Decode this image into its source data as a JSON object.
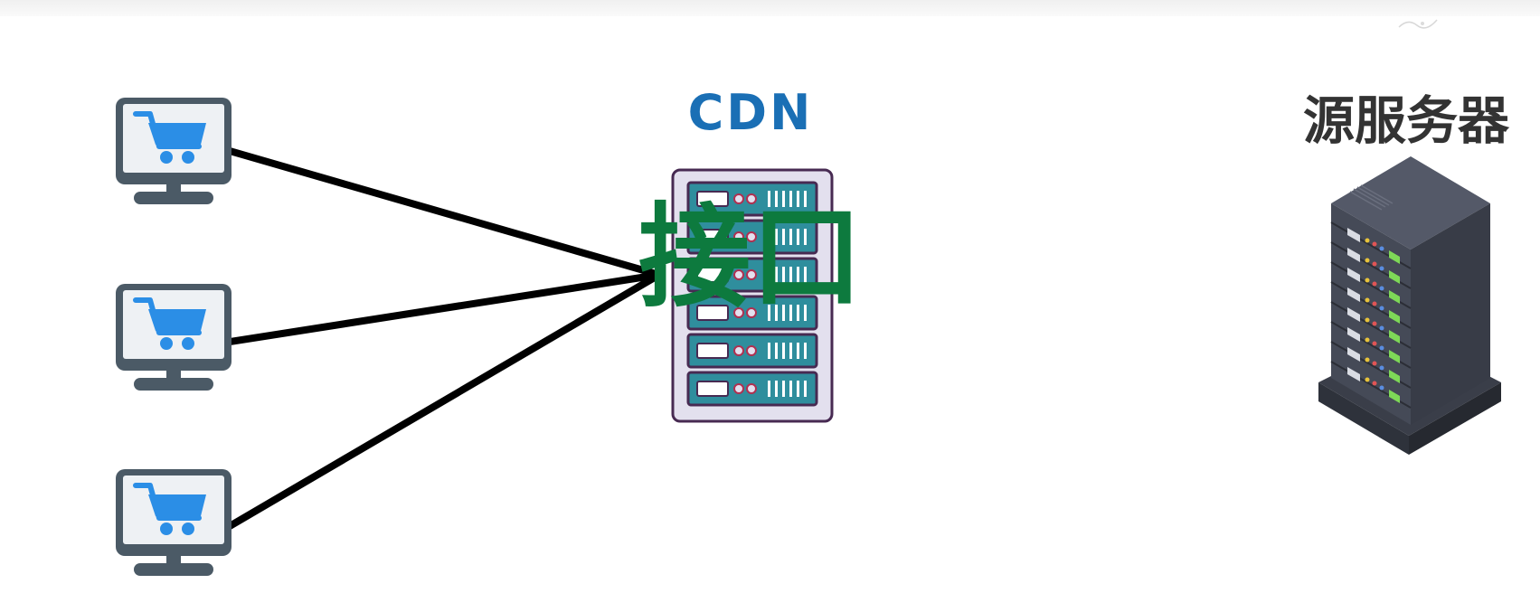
{
  "labels": {
    "cdn": "CDN",
    "origin_server": "源服务器",
    "interface": "接口"
  },
  "icons": {
    "client": "monitor-shopping-cart-icon",
    "cdn_node": "server-rack-icon",
    "origin": "server-tower-icon"
  },
  "colors": {
    "cdn_label": "#1a6fb5",
    "interface_label": "#0d7a3e",
    "origin_label": "#333333",
    "cart": "#2b8ee6",
    "monitor_frame": "#4b5a66",
    "connector": "#000000",
    "rack_teal": "#2f8e9d",
    "tower_body": "#454a57",
    "led_green": "#7ed957"
  }
}
